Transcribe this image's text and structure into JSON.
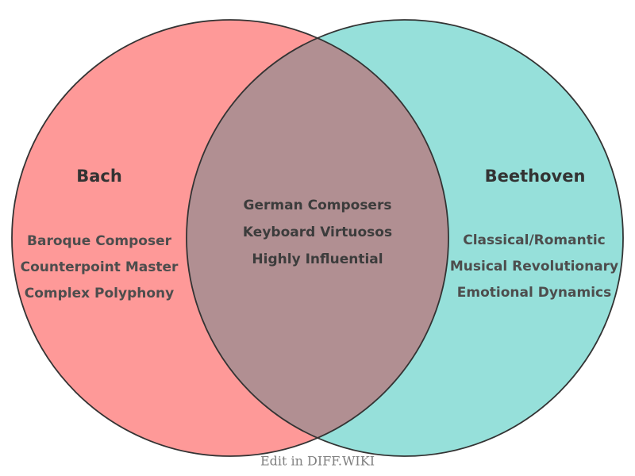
{
  "diagram": {
    "type": "venn",
    "left": {
      "title": "Bach",
      "items": [
        "Baroque Composer",
        "Counterpoint Master",
        "Complex Polyphony"
      ]
    },
    "right": {
      "title": "Beethoven",
      "items": [
        "Classical/Romantic",
        "Musical Revolutionary",
        "Emotional Dynamics"
      ]
    },
    "overlap": {
      "items": [
        "German Composers",
        "Keyboard Virtuosos",
        "Highly Influential"
      ]
    }
  },
  "footer": {
    "label": "Edit in DIFF.WIKI"
  },
  "colors": {
    "left_fill": "#fe9998",
    "right_fill": "#96e0da",
    "overlap_fill": "#b18f92",
    "outline": "#333333",
    "title_text": "#333333",
    "item_text": "#4d4d4d",
    "overlap_text": "#3c3c3c",
    "footer_text": "#808080",
    "background": "#ffffff"
  }
}
